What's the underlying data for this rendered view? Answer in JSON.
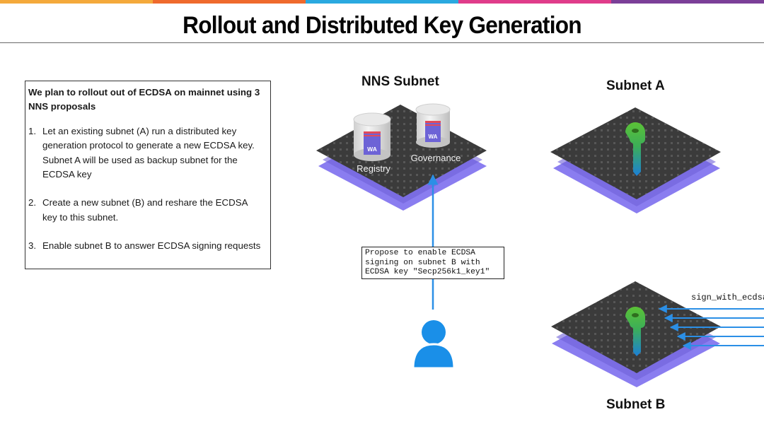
{
  "title": "Rollout and Distributed Key Generation",
  "top_bar_colors": [
    "#f4a93b",
    "#ef6a2d",
    "#2aa9e0",
    "#e03c8a",
    "#7b3f98"
  ],
  "plan": {
    "heading": "We plan to rollout out of ECDSA on mainnet using 3 NNS proposals",
    "steps": [
      {
        "num": "1.",
        "text": "Let an existing subnet (A) run a distributed key generation protocol to generate a new ECDSA key. Subnet A will be used as backup subnet for the ECDSA key"
      },
      {
        "num": "2.",
        "text": "Create a new subnet (B) and reshare the ECDSA key to this subnet."
      },
      {
        "num": "3.",
        "text": "Enable subnet B to answer ECDSA signing requests"
      }
    ]
  },
  "nns": {
    "label": "NNS Subnet",
    "registry_label": "Registry",
    "governance_label": "Governance",
    "canister_badge": "WA"
  },
  "subnet_a": {
    "label": "Subnet A"
  },
  "subnet_b": {
    "label": "Subnet B"
  },
  "proposal_text": "Propose to enable ECDSA\nsigning on subnet B with\nECDSA key \"Secp256k1_key1\"",
  "sign_label": "sign_with_ecdsa",
  "colors": {
    "arrow": "#2b8fe6",
    "user": "#1a8fe8",
    "platform_top": "#3a3a3a",
    "platform_base": "#8a7df0",
    "key": "#5bc236",
    "badge": "#6d63d6"
  }
}
